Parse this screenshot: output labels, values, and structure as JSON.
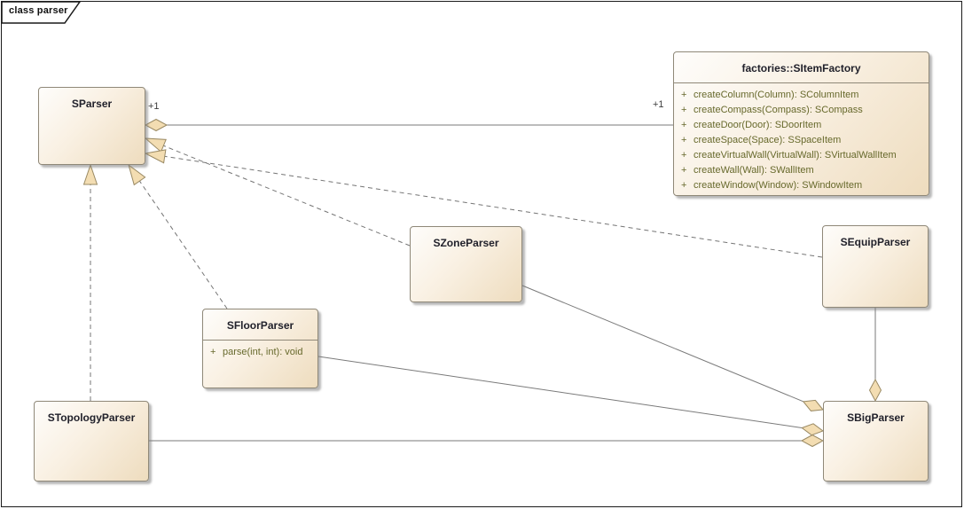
{
  "frame": {
    "title": "class parser"
  },
  "colors": {
    "box_fill_light": "#fefdfb",
    "box_fill_dark": "#eedcbe",
    "box_border": "#8f8878",
    "line": "#7a7a7a",
    "arrowhead_fill": "#f3ddb2",
    "arrowhead_stroke": "#9a8a64",
    "title_text": "#21212b",
    "method_text": "#67692c"
  },
  "classes": [
    {
      "id": "sparser",
      "name": "SParser",
      "methods": []
    },
    {
      "id": "sitemfactory",
      "name": "factories::SItemFactory",
      "methods": [
        {
          "vis": "+",
          "sig": "createColumn(Column): SColumnItem"
        },
        {
          "vis": "+",
          "sig": "createCompass(Compass): SCompass"
        },
        {
          "vis": "+",
          "sig": "createDoor(Door): SDoorItem"
        },
        {
          "vis": "+",
          "sig": "createSpace(Space): SSpaceItem"
        },
        {
          "vis": "+",
          "sig": "createVirtualWall(VirtualWall): SVirtualWallItem"
        },
        {
          "vis": "+",
          "sig": "createWall(Wall): SWallItem"
        },
        {
          "vis": "+",
          "sig": "createWindow(Window): SWindowItem"
        }
      ]
    },
    {
      "id": "szoneparser",
      "name": "SZoneParser",
      "methods": []
    },
    {
      "id": "sequipparser",
      "name": "SEquipParser",
      "methods": []
    },
    {
      "id": "sfloorparser",
      "name": "SFloorParser",
      "methods": [
        {
          "vis": "+",
          "sig": "parse(int, int): void"
        }
      ]
    },
    {
      "id": "stopologyparser",
      "name": "STopologyParser",
      "methods": []
    },
    {
      "id": "sbigparser",
      "name": "SBigParser",
      "methods": []
    }
  ],
  "labels": {
    "mult_sparser_end": "+1",
    "mult_factory_end": "+1"
  }
}
